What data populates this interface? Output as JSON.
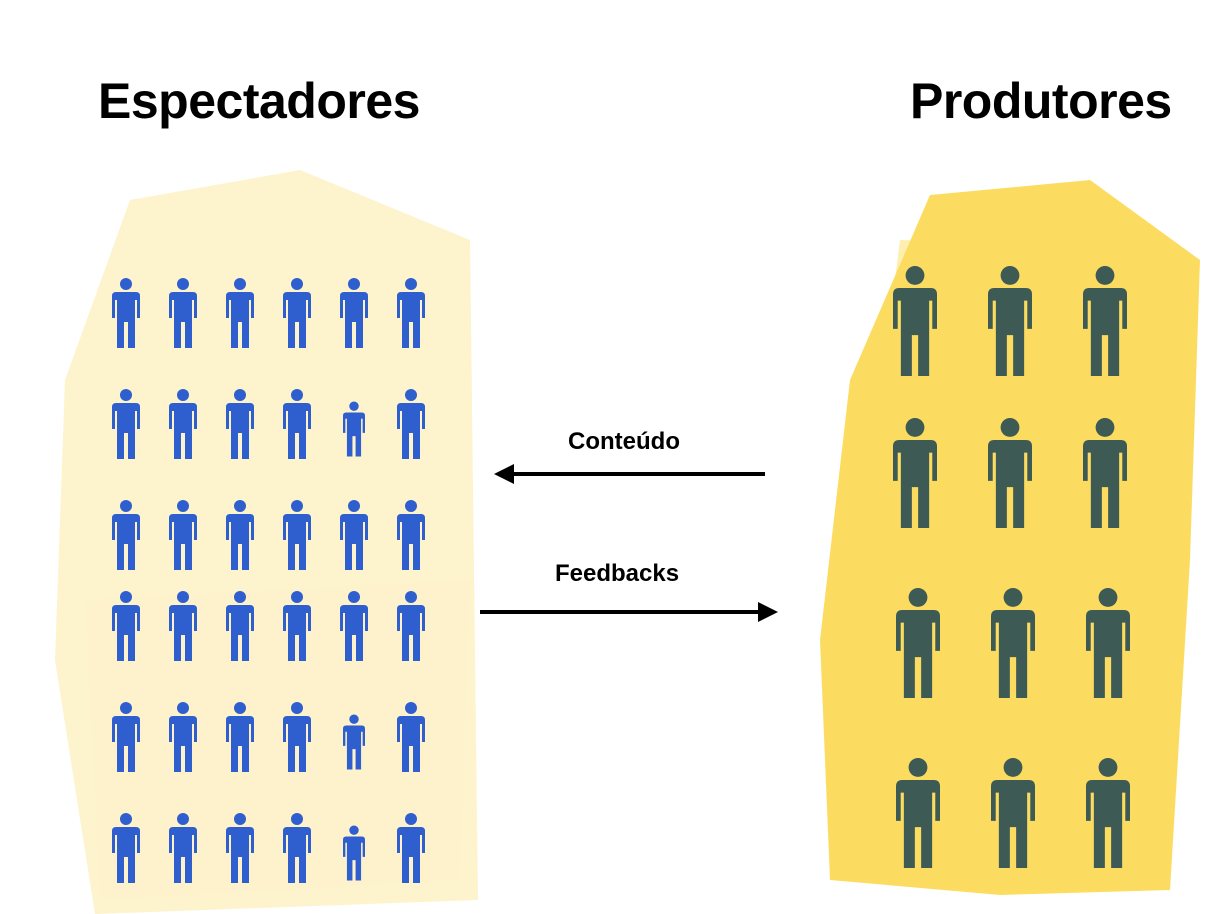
{
  "diagram": {
    "left_group": {
      "title": "Espectadores",
      "figure_color": "#2f5fcf",
      "highlight_color": "#fdf1c4",
      "rows": 6,
      "cols": 6
    },
    "right_group": {
      "title": "Produtores",
      "figure_color": "#3e5a55",
      "highlight_color": "#fcd94f",
      "rows": 4,
      "cols": 3
    },
    "arrows": [
      {
        "label": "Conteúdo",
        "direction": "right-to-left"
      },
      {
        "label": "Feedbacks",
        "direction": "left-to-right"
      }
    ]
  }
}
